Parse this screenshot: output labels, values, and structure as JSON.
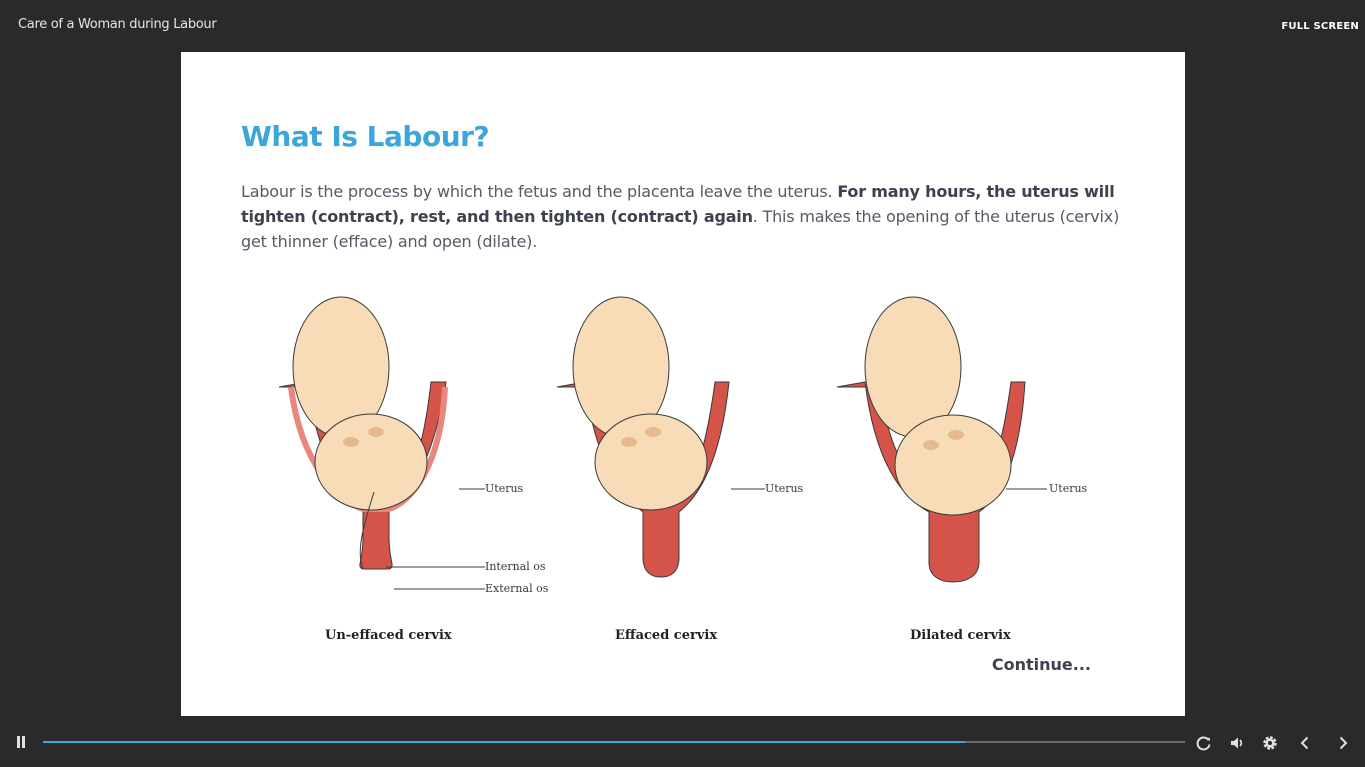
{
  "header": {
    "course_title": "Care of a Woman during Labour",
    "fullscreen_label": "FULL SCREEN"
  },
  "slide": {
    "title": "What Is Labour?",
    "intro_text_1": "Labour is the process by which the fetus and the placenta leave the uterus. ",
    "intro_bold": "For many hours, the uterus will tighten (contract), rest, and then tighten (contract) again",
    "intro_text_2": ". This makes the opening of the uterus (cervix) get thinner (efface) and open (dilate).",
    "figure": {
      "panels": [
        {
          "caption": "Un-effaced cervix",
          "labels": [
            "Uterus",
            "Internal os",
            "External os"
          ]
        },
        {
          "caption": "Effaced cervix",
          "labels": [
            "Uterus"
          ]
        },
        {
          "caption": "Dilated cervix",
          "labels": [
            "Uterus"
          ]
        }
      ],
      "colors": {
        "skin": "#f8dcb8",
        "uterus": "#d5544a",
        "uterus_light": "#e8877c",
        "outline": "#3a3a3a"
      }
    },
    "continue_label": "Continue..."
  },
  "player": {
    "progress": 0.807,
    "accent_color": "#3aa6d9",
    "controls": [
      "pause-icon",
      "replay-icon",
      "volume-icon",
      "settings-icon",
      "previous-icon",
      "next-icon"
    ]
  }
}
